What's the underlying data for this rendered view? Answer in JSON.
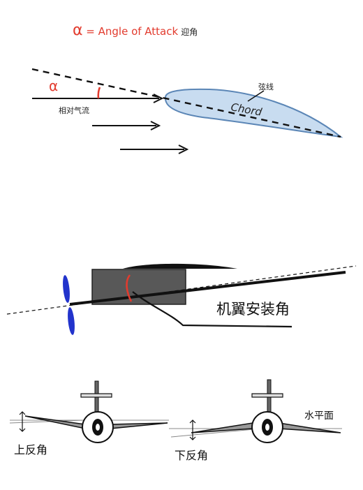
{
  "aoa": {
    "alpha_symbol": "α",
    "title_rest": " = Angle of Attack",
    "title_cn": "迎角",
    "alpha_label": "α",
    "relative_wind": "相对气流",
    "chord_en": "Chord",
    "chord_cn": "弦线"
  },
  "incidence": {
    "label": "机翼安装角"
  },
  "dihedral": {
    "up_label": "上反角",
    "down_label": "下反角",
    "horizontal_label": "水平面"
  },
  "colors": {
    "accent_red": "#e23b2e",
    "airfoil_fill": "#c8dcf0",
    "airfoil_stroke": "#5b86b6",
    "propeller_blue": "#2233cc",
    "fuselage_gray": "#585858"
  }
}
